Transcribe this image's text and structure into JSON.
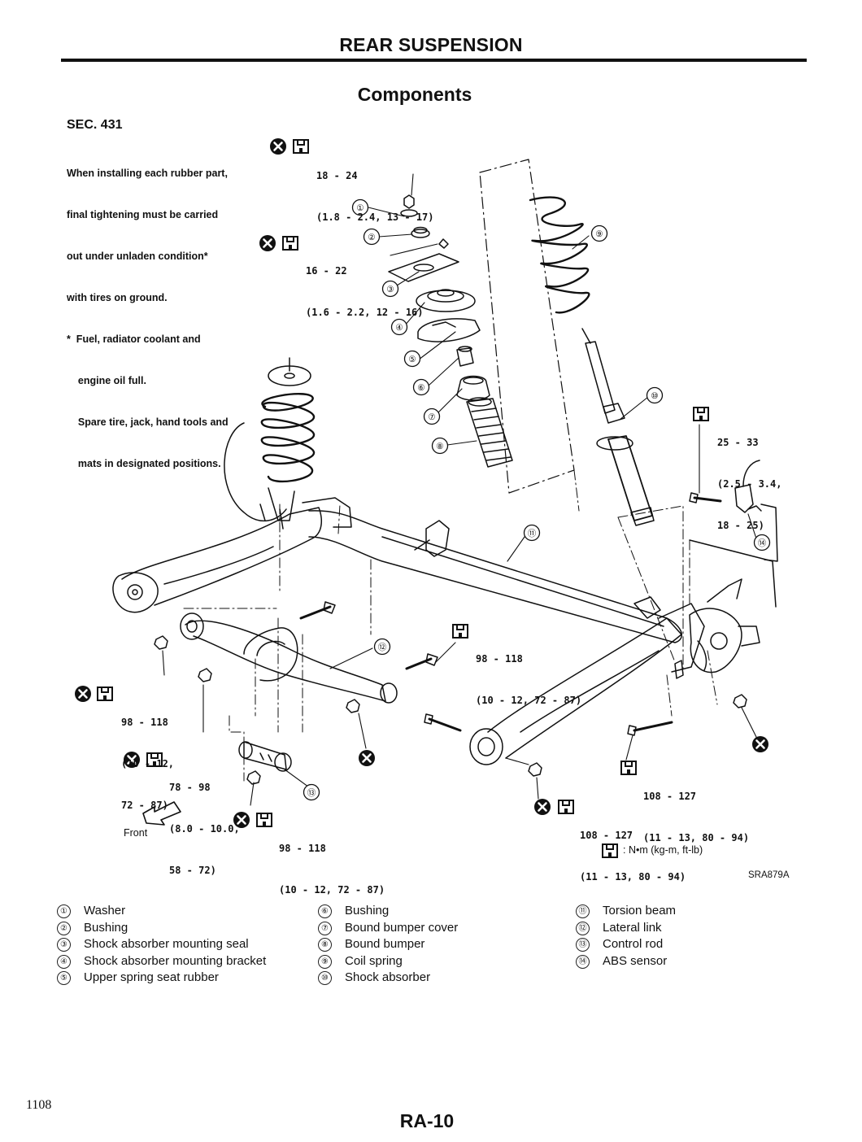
{
  "header": {
    "title": "REAR SUSPENSION",
    "section": "Components"
  },
  "sec": "SEC. 431",
  "note": {
    "lines": [
      "When installing each rubber part,",
      "final tightening must be carried",
      "out under unladen condition*",
      "with tires on ground."
    ],
    "star_lines": [
      "*  Fuel, radiator coolant and",
      "    engine oil full.",
      "    Spare tire, jack, hand tools and",
      "    mats in designated positions."
    ]
  },
  "torques": {
    "t1": [
      "18 - 24",
      "(1.8 - 2.4, 13 - 17)"
    ],
    "t2": [
      "16 - 22",
      "(1.6 - 2.2, 12 - 16)"
    ],
    "t3": [
      "25 - 33",
      "(2.5 - 3.4,",
      "18 - 25)"
    ],
    "t4": [
      "98 - 118",
      "(10 - 12, 72 - 87)"
    ],
    "t5": [
      "98 - 118",
      "(10 - 12,",
      "72 - 87)"
    ],
    "t6": [
      "78 - 98",
      "(8.0 - 10.0,",
      "58 - 72)"
    ],
    "t7": [
      "98 - 118",
      "(10 - 12, 72 - 87)"
    ],
    "t8": [
      "108 - 127",
      "(11 - 13, 80 - 94)"
    ],
    "t9": [
      "108 - 127",
      "(11 - 13, 80 - 94)"
    ]
  },
  "torque_unit": ": N•m (kg-m, ft-lb)",
  "front_label": "Front",
  "figure_code": "SRA879A",
  "callouts": [
    "①",
    "②",
    "③",
    "④",
    "⑤",
    "⑥",
    "⑦",
    "⑧",
    "⑨",
    "⑩",
    "⑪",
    "⑫",
    "⑬",
    "⑭"
  ],
  "legend": [
    {
      "num": "①",
      "label": "Washer"
    },
    {
      "num": "②",
      "label": "Bushing"
    },
    {
      "num": "③",
      "label": "Shock absorber mounting seal"
    },
    {
      "num": "④",
      "label": "Shock absorber mounting bracket"
    },
    {
      "num": "⑤",
      "label": "Upper spring seat rubber"
    },
    {
      "num": "⑥",
      "label": "Bushing"
    },
    {
      "num": "⑦",
      "label": "Bound bumper cover"
    },
    {
      "num": "⑧",
      "label": "Bound bumper"
    },
    {
      "num": "⑨",
      "label": "Coil spring"
    },
    {
      "num": "⑩",
      "label": "Shock absorber"
    },
    {
      "num": "⑪",
      "label": "Torsion beam"
    },
    {
      "num": "⑫",
      "label": "Lateral link"
    },
    {
      "num": "⑬",
      "label": "Control rod"
    },
    {
      "num": "⑭",
      "label": "ABS sensor"
    }
  ],
  "footer": {
    "page_number": "1108",
    "page_code": "RA-10"
  },
  "icons": {
    "replace": "do-not-reuse-icon",
    "torque": "torque-wrench-icon"
  }
}
